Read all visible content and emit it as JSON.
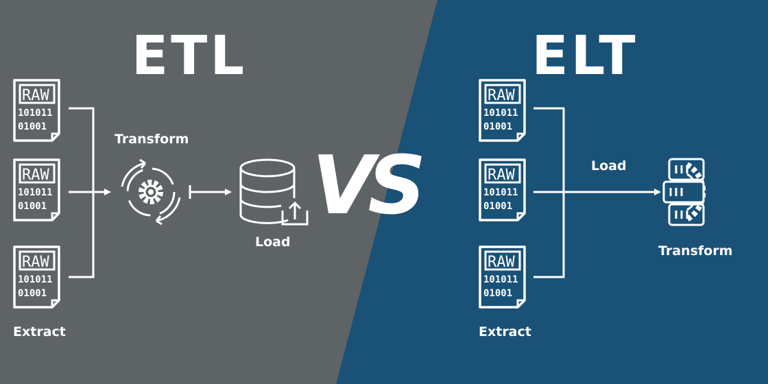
{
  "colors": {
    "left_bg": "#5e6366",
    "right_bg": "#1a5176",
    "foreground": "#ffffff"
  },
  "etl": {
    "title": "ETL",
    "extract_label": "Extract",
    "transform_label": "Transform",
    "load_label": "Load",
    "documents": [
      {
        "tag": "RAW",
        "line1": "101011",
        "line2": "01001"
      },
      {
        "tag": "RAW",
        "line1": "101011",
        "line2": "01001"
      },
      {
        "tag": "RAW",
        "line1": "101011",
        "line2": "01001"
      }
    ]
  },
  "vs_text": "VS",
  "elt": {
    "title": "ELT",
    "extract_label": "Extract",
    "load_label": "Load",
    "transform_label": "Transform",
    "documents": [
      {
        "tag": "RAW",
        "line1": "101011",
        "line2": "01001"
      },
      {
        "tag": "RAW",
        "line1": "101011",
        "line2": "01001"
      },
      {
        "tag": "RAW",
        "line1": "101011",
        "line2": "01001"
      }
    ]
  },
  "icons": {
    "transform_cycle": "gear-cycle-icon",
    "database_upload": "database-upload-icon",
    "server_gear": "server-gear-icon",
    "document": "raw-file-icon"
  }
}
